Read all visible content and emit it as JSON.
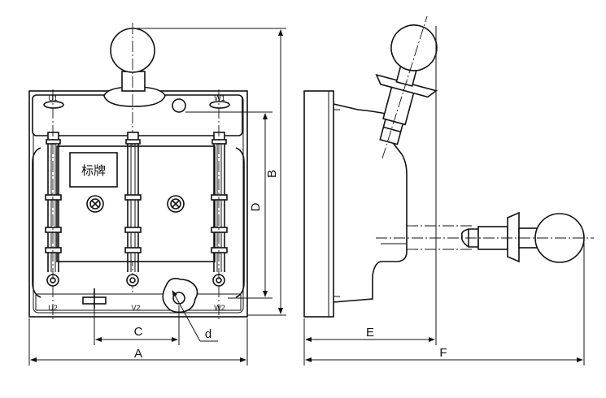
{
  "front_view": {
    "nameplate_text": "标牌",
    "terminals_top": [
      "U1",
      "",
      "W1"
    ],
    "terminals_bottom": [
      "U2",
      "V2",
      "W2"
    ]
  },
  "dimensions": {
    "A": "A",
    "B": "B",
    "C": "C",
    "D": "D",
    "d": "d",
    "E": "E",
    "F": "F"
  }
}
